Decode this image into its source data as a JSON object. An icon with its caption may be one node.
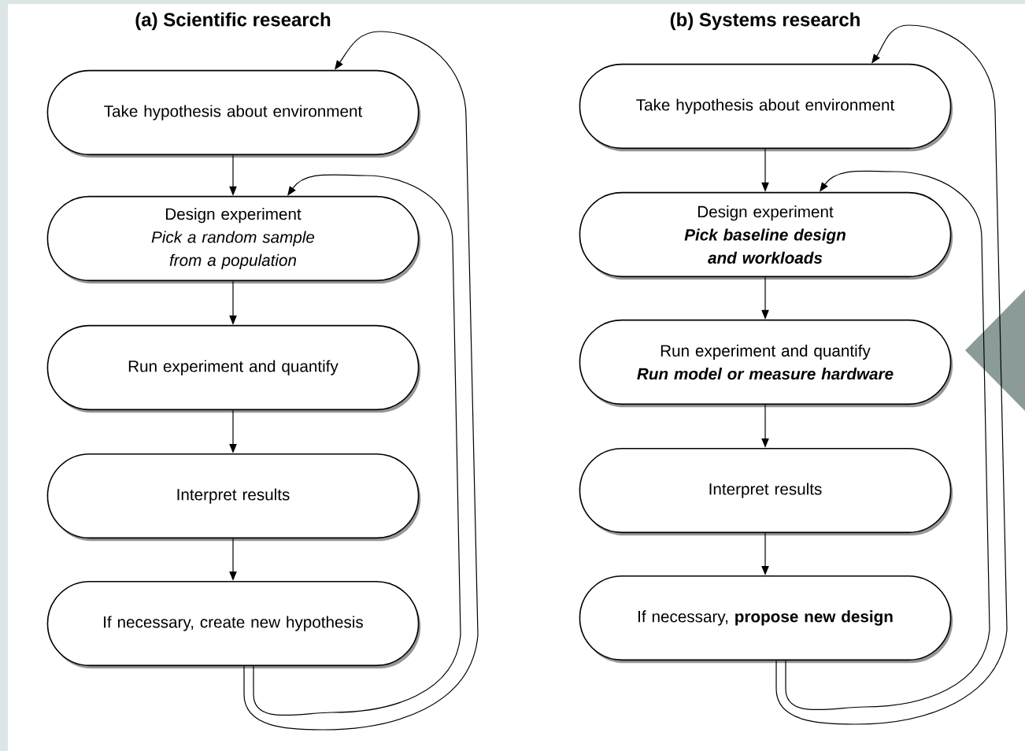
{
  "diagram": {
    "nodes": [
      {
        "text": [
          "Take hypothesis about environment"
        ]
      },
      {
        "text": [
          "Design experiment",
          "Pick a random sample from a population"
        ]
      },
      {
        "text": [
          "Run experiment and quantify"
        ]
      },
      {
        "text": [
          "Interpret results"
        ]
      },
      {
        "text": [
          "If necessary, create new hypothesis"
        ]
      },
      {
        "text": [
          "Take hypothesis about environment"
        ]
      },
      {
        "text": [
          "Design experiment",
          "Pick baseline design and workloads"
        ]
      },
      {
        "text": [
          "Run experiment and quantify",
          "Run model or measure hardware"
        ]
      },
      {
        "text": [
          "Interpret results"
        ]
      },
      {
        "text": [
          "If necessary, **propose new design**"
        ]
      }
    ],
    "edges": [
      {
        "from": 0,
        "to": 1,
        "arrow": "to"
      },
      {
        "from": 1,
        "to": 2,
        "arrow": "to"
      },
      {
        "from": 2,
        "to": 3,
        "arrow": "to"
      },
      {
        "from": 3,
        "to": 4,
        "arrow": "to"
      },
      {
        "from": 4,
        "to": 0,
        "arrow": "to"
      },
      {
        "from": 4,
        "to": 1,
        "arrow": "to"
      },
      {
        "from": 5,
        "to": 6,
        "arrow": "to"
      },
      {
        "from": 6,
        "to": 7,
        "arrow": "to"
      },
      {
        "from": 7,
        "to": 8,
        "arrow": "to"
      },
      {
        "from": 8,
        "to": 9,
        "arrow": "to"
      },
      {
        "from": 9,
        "to": 5,
        "arrow": "to"
      },
      {
        "from": 9,
        "to": 6,
        "arrow": "to"
      }
    ],
    "labels": [
      "(a) Scientific research",
      "(b) Systems research"
    ]
  }
}
